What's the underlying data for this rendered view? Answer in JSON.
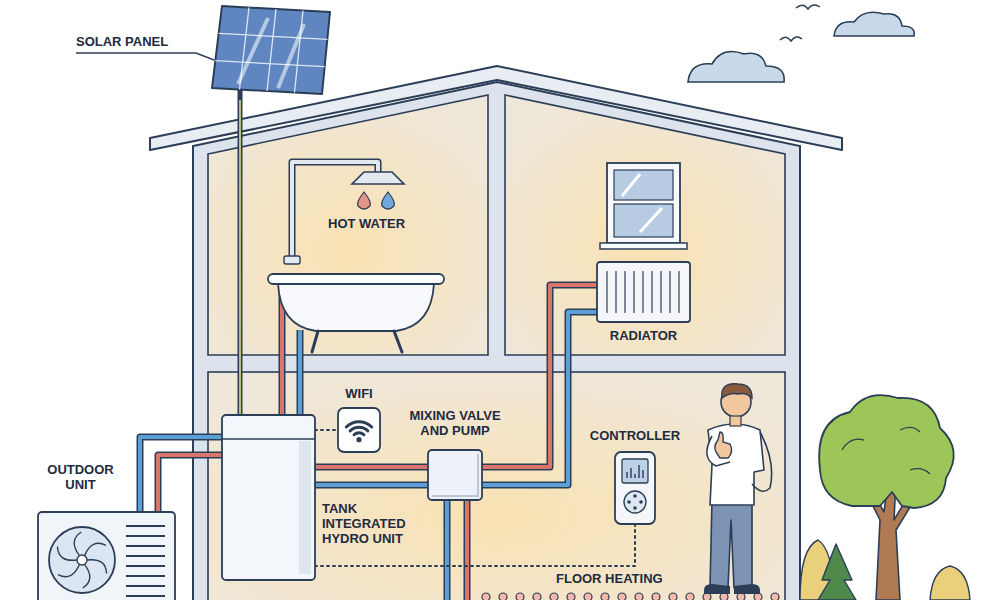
{
  "diagram": {
    "nodes": [
      {
        "text": [
          "SOLAR PANEL"
        ]
      },
      {
        "text": [
          "RADIATOR"
        ]
      },
      {
        "text": [
          "WIFI"
        ]
      },
      {
        "text": [
          "MIXING VALVE AND PUMP"
        ]
      },
      {
        "text": [
          "CONTROLLER"
        ]
      },
      {
        "text": [
          "OUTDOOR UNIT"
        ]
      },
      {
        "text": [
          "TANK INTEGRATED HYDRO UNIT"
        ]
      }
    ],
    "edges": [
      {
        "from": 0,
        "to": 6,
        "arrow": "none"
      },
      {
        "from": 6,
        "to": 2,
        "arrow": "none"
      },
      {
        "from": 6,
        "to": 3,
        "arrow": "none"
      },
      {
        "from": 3,
        "to": 1,
        "arrow": "none"
      },
      {
        "from": 5,
        "to": 6,
        "arrow": "none"
      },
      {
        "from": 4,
        "to": 6,
        "arrow": "none"
      }
    ],
    "labels": [
      "HOT WATER",
      "FLOOR HEATING"
    ]
  }
}
